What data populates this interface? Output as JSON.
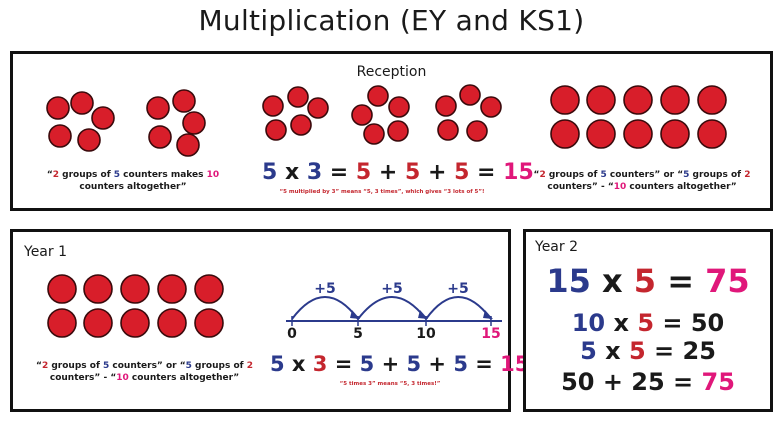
{
  "title": "Multiplication (EY and KS1)",
  "colors": {
    "blue": "#2b3a8c",
    "red": "#c4262e",
    "pink": "#e0177a",
    "counter": "#d81e2a"
  },
  "reception": {
    "label": "Reception",
    "note1": [
      "“",
      "2",
      " groups of ",
      "5",
      " counters makes ",
      "10",
      " counters altogether”"
    ],
    "equation": [
      "5",
      " x ",
      "3",
      " = ",
      "5",
      " + ",
      "5",
      " + ",
      "5",
      " = ",
      "15"
    ],
    "small_note": "“5 multiplied by 3” means “5, 3 times”, which gives “3 lots of 5”!",
    "note3": [
      "“",
      "2",
      " groups of ",
      "5",
      " counters” or “",
      "5",
      " groups of ",
      "2",
      " counters” - “",
      "10",
      " counters altogether”"
    ]
  },
  "year1": {
    "label": "Year 1",
    "note": [
      "“",
      "2",
      " groups of ",
      "5",
      " counters” or “",
      "5",
      " groups of ",
      "2",
      " counters” - “",
      "10",
      " counters altogether”"
    ],
    "numberline": {
      "ticks": [
        "0",
        "5",
        "10",
        "15"
      ],
      "jumps": [
        "+5",
        "+5",
        "+5"
      ]
    },
    "equation": [
      "5",
      " x ",
      "3",
      " = ",
      "5",
      " + ",
      "5",
      " + ",
      "5",
      " = ",
      "15"
    ],
    "small_note": "“5 times 3” means “5, 3 times!”"
  },
  "year2": {
    "label": "Year 2",
    "eq1": [
      "15",
      " x ",
      "5",
      " = ",
      "75"
    ],
    "eq2": [
      "10",
      " x ",
      "5",
      " = ",
      "50"
    ],
    "eq3": [
      "5",
      " x ",
      "5",
      " = ",
      "25"
    ],
    "eq4": [
      "50",
      " + ",
      "25",
      " = ",
      "75"
    ]
  }
}
